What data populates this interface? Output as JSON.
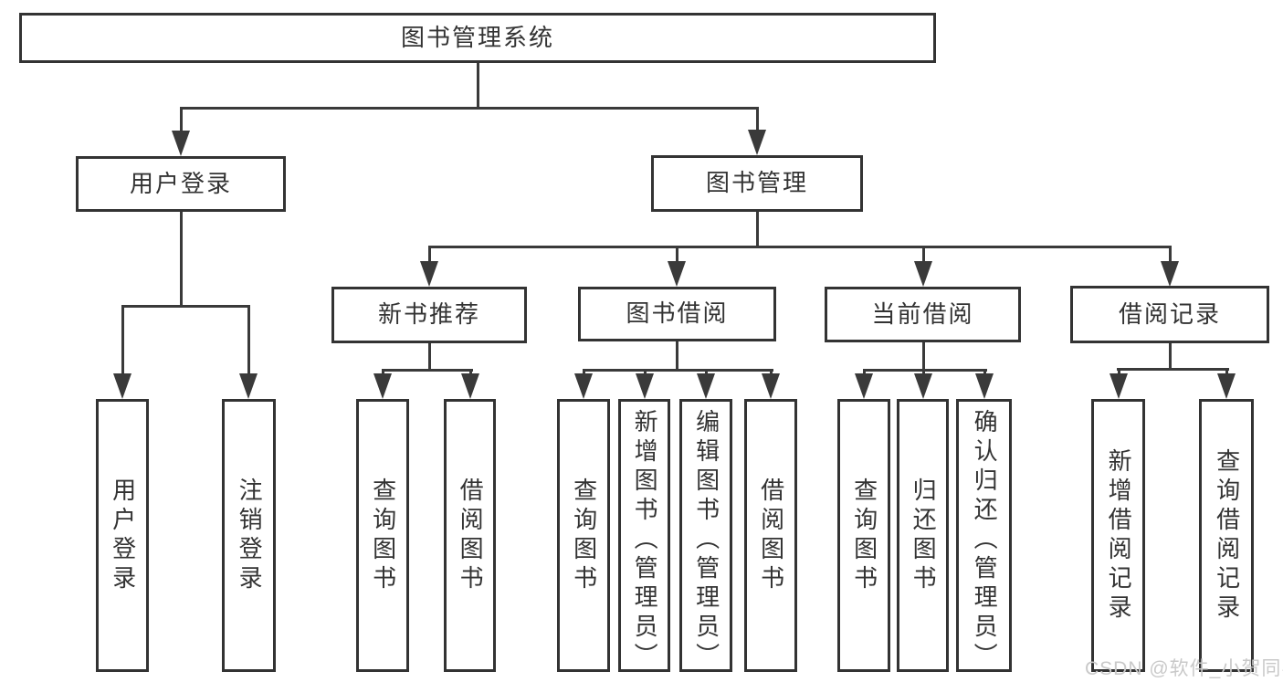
{
  "tree": {
    "label": "图书管理系统",
    "children": [
      {
        "label": "用户登录",
        "children": [
          {
            "label": "用户登录"
          },
          {
            "label": "注销登录"
          }
        ]
      },
      {
        "label": "图书管理",
        "children": [
          {
            "label": "新书推荐",
            "children": [
              {
                "label": "查询图书"
              },
              {
                "label": "借阅图书"
              }
            ]
          },
          {
            "label": "图书借阅",
            "children": [
              {
                "label": "查询图书"
              },
              {
                "label": "新增图书（管理员）"
              },
              {
                "label": "编辑图书（管理员）"
              },
              {
                "label": "借阅图书"
              }
            ]
          },
          {
            "label": "当前借阅",
            "children": [
              {
                "label": "查询图书"
              },
              {
                "label": "归还图书"
              },
              {
                "label": "确认归还（管理员）"
              }
            ]
          },
          {
            "label": "借阅记录",
            "children": [
              {
                "label": "新增借阅记录"
              },
              {
                "label": "查询借阅记录"
              }
            ]
          }
        ]
      }
    ]
  },
  "watermark": "CSDN @软件_小贺同学",
  "colors": {
    "line": "#3a3a3a",
    "box_border": "#333333",
    "box_background": "#ffffff",
    "text": "#333333",
    "watermark": "#c9c9c9",
    "page_background": "#ffffff"
  }
}
